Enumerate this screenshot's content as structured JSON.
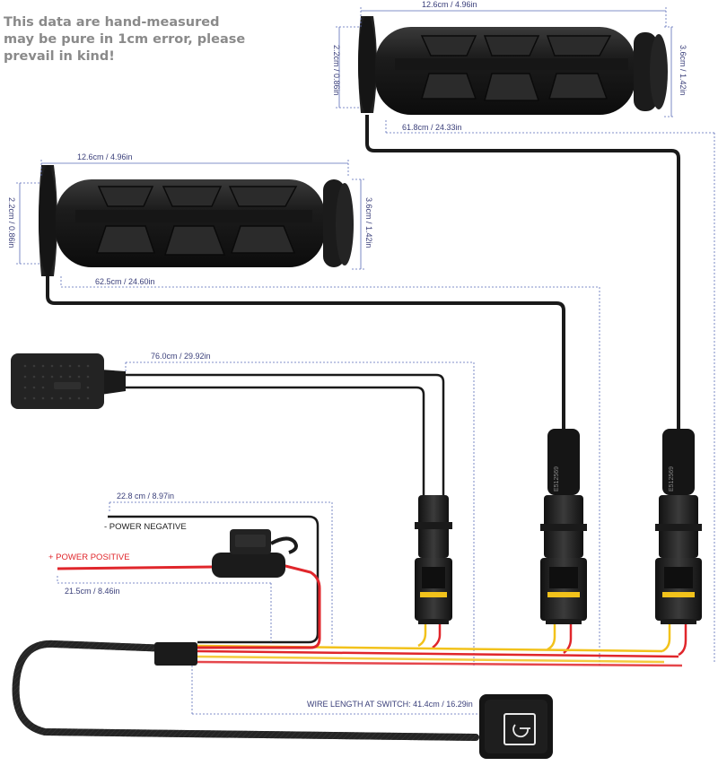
{
  "note": "This data are hand-measured may be pure in 1cm error, please prevail in kind!",
  "grip_top": {
    "length": "12.6cm / 4.96in",
    "inner_diameter": "2.2cm / 0.86in",
    "outer_diameter": "3.6cm / 1.42in",
    "wire_length": "61.8cm / 24.33in"
  },
  "grip_bottom": {
    "length": "12.6cm / 4.96in",
    "inner_diameter": "2.2cm / 0.86in",
    "outer_diameter": "3.6cm / 1.42in",
    "wire_length": "62.5cm / 24.60in"
  },
  "sensor": {
    "wire_length": "76.0cm / 29.92in"
  },
  "power": {
    "negative_wire": "22.8 cm / 8.97in",
    "negative_label": "- POWER NEGATIVE",
    "positive_label": "+ POWER POSITIVE",
    "positive_wire": "21.5cm / 8.46in"
  },
  "switch": {
    "wire_label": "WIRE LENGTH AT SWITCH: 41.4cm / 16.29in"
  },
  "connector_text": "E512569",
  "colors": {
    "dimension_line": "#5a6bb8",
    "dimension_text": "#3a3f7a",
    "wire_red": "#e0262b",
    "wire_yellow": "#f2c21b",
    "cable_black": "#1a1a1a",
    "positive_label": "#e0262b"
  }
}
